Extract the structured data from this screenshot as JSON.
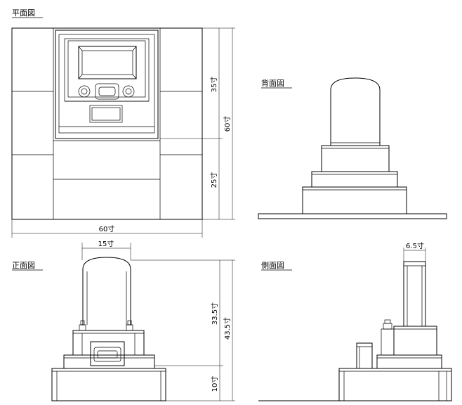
{
  "views": {
    "plan": {
      "title": "平面図"
    },
    "back": {
      "title": "背面図"
    },
    "front": {
      "title": "正面図"
    },
    "side": {
      "title": "側面図"
    }
  },
  "dimensions": {
    "plan_depth_upper": "35寸",
    "plan_depth_total": "60寸",
    "plan_depth_lower": "25寸",
    "plan_width": "60寸",
    "front_top_width": "15寸",
    "front_upper_height": "33.5寸",
    "front_total_height": "43.5寸",
    "front_base_height": "10寸",
    "side_top_width": "6.5寸"
  }
}
